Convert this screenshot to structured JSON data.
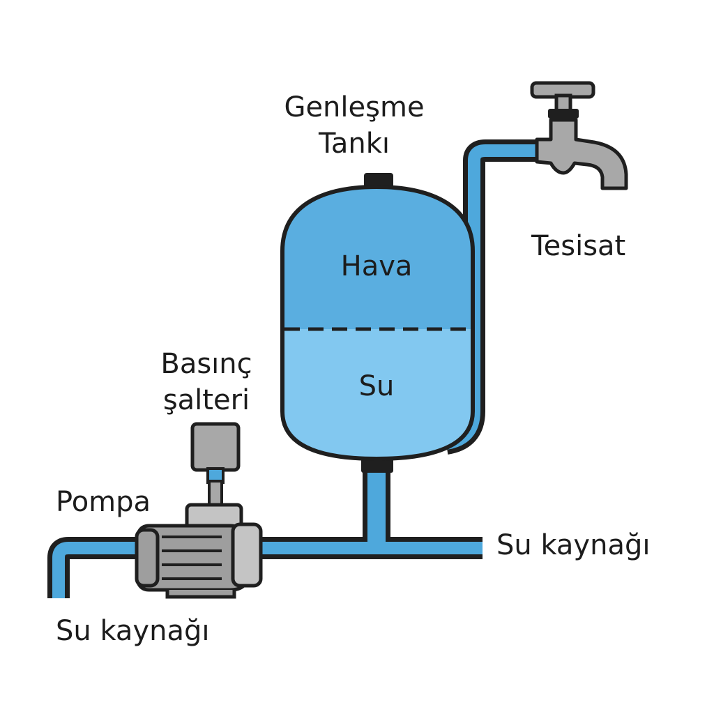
{
  "labels": {
    "tank_title": "Genleşme\nTankı",
    "air": "Hava",
    "water": "Su",
    "faucet": "Tesisat",
    "pressure_switch": "Basınç\nşalteri",
    "pump": "Pompa",
    "supply_right": "Su kaynağı",
    "supply_left": "Su kaynağı"
  },
  "colors": {
    "outline": "#1f1f1f",
    "air_fill": "#5aaee0",
    "water_fill": "#82c8f0",
    "pipe_fill": "#4ea8dc",
    "pump_gray": "#9e9e9e",
    "pump_light": "#c4c4c4",
    "faucet_gray": "#a8a8a8"
  },
  "icons": [
    "expansion-tank",
    "faucet-icon",
    "pump-icon",
    "pressure-switch-icon"
  ]
}
